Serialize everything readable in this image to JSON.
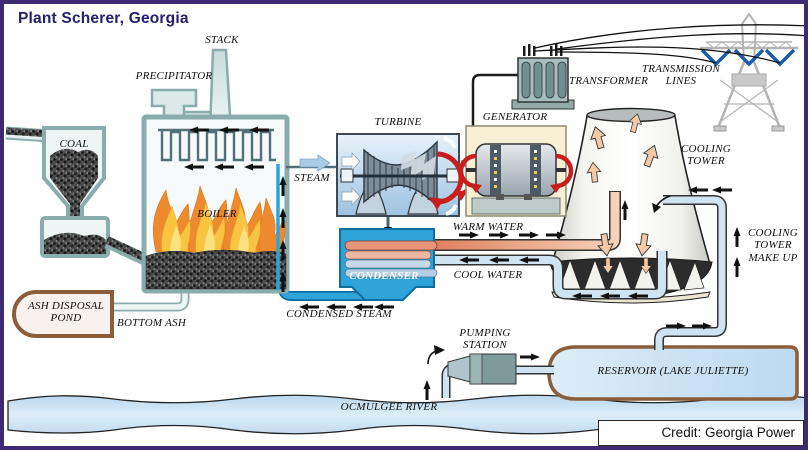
{
  "title": "Plant Scherer, Georgia",
  "credit": "Credit: Georgia Power",
  "labels": {
    "stack": "STACK",
    "precipitator": "PRECIPITATOR",
    "coal": "COAL",
    "boiler": "BOILER",
    "steam": "STEAM",
    "turbine": "TURBINE",
    "generator": "GENERATOR",
    "transformer": "TRANSFORMER",
    "transmission_lines": "TRANSMISSION LINES",
    "cooling_tower": "COOLING TOWER",
    "warm_water": "WARM WATER",
    "cool_water": "COOL WATER",
    "condenser": "CONDENSER",
    "condensed_steam": "CONDENSED STEAM",
    "ash_disposal_pond": "ASH DISPOSAL POND",
    "bottom_ash": "BOTTOM ASH",
    "cooling_tower_make_up": "COOLING TOWER MAKE UP",
    "pumping_station": "PUMPING STATION",
    "reservoir": "RESERVOIR (LAKE JULIETTE)",
    "river": "OCMULGEE RIVER"
  },
  "colors": {
    "frame_purple": "#3e2a72",
    "title_ink": "#232069",
    "equipment_teal_outline": "#8aacac",
    "equipment_fill": "#eef5f5",
    "condenser_blue": "#2fa3d8",
    "condenser_outline": "#0e6e9e",
    "warm_water_pipe": "#e0805e",
    "cool_water_pipe": "#cfe3f1",
    "flame_orange": "#ee8a2e",
    "flame_yellow": "#f9c441",
    "air_arrow_salmon": "#f5c9a6",
    "rotation_arrow_red": "#c81e1e",
    "pond_brown": "#8a5d3b",
    "river_blue": "#bcd9ef",
    "insulator_blue": "#1c5cab",
    "tower_gray": "#b4b4b4"
  }
}
